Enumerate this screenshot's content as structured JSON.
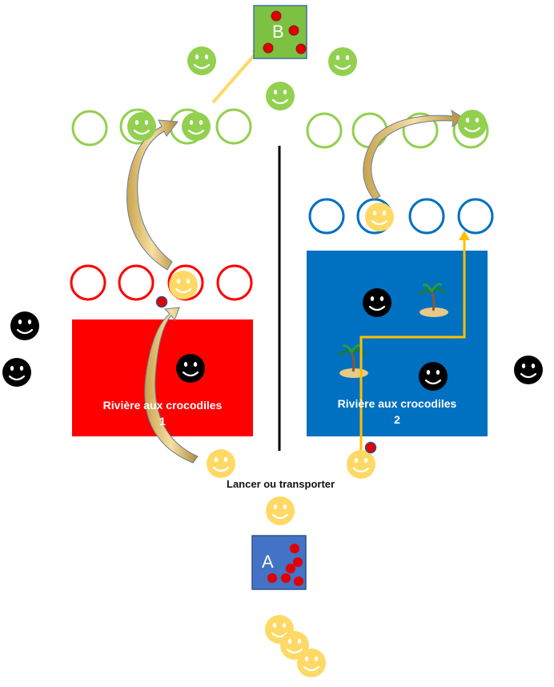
{
  "zone1": {
    "title": "Rivière aux crocodiles",
    "number": "1",
    "color": "#ff0000"
  },
  "zone2": {
    "title": "Rivière aux crocodiles",
    "number": "2",
    "color": "#0070c0"
  },
  "box_a": {
    "label": "A",
    "color": "#4472c4"
  },
  "box_b": {
    "label": "B",
    "color": "#7cc142"
  },
  "caption": "Lancer ou transporter",
  "colors": {
    "green_team": "#92d050",
    "yellow_team": "#ffd966",
    "crocodile": "#000000",
    "ball": "#e00000",
    "ring_red": "#ff0000",
    "ring_blue": "#0070c0",
    "ring_green": "#92d050",
    "path_arrow": "#ffc000",
    "divider": "#000000"
  },
  "icons": [
    "smiley-face-icon",
    "palm-island-icon",
    "curved-arrow-icon",
    "ball-icon",
    "hoop-icon"
  ]
}
